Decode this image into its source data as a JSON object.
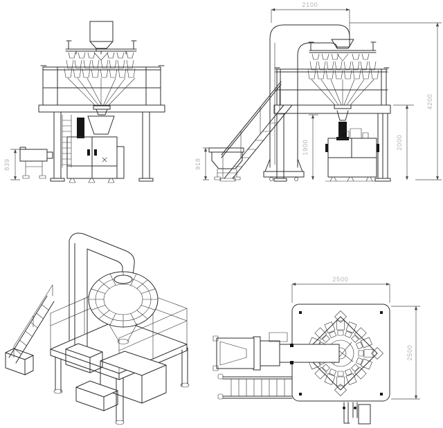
{
  "colors": {
    "background": "#ffffff",
    "drawing_line": "#2b2b2b",
    "dimension_line": "#4a4a4a",
    "dimension_text": "#b3b3b3"
  },
  "views": {
    "front": {
      "dim_conveyor_height": "839"
    },
    "side": {
      "dim_top_width": "2100",
      "dim_overall_height": "4200",
      "dim_platform_height": "2000",
      "dim_frame_height": "1900",
      "dim_infeed_height": "918"
    },
    "plan": {
      "dim_width": "2500",
      "dim_depth": "2500"
    }
  }
}
